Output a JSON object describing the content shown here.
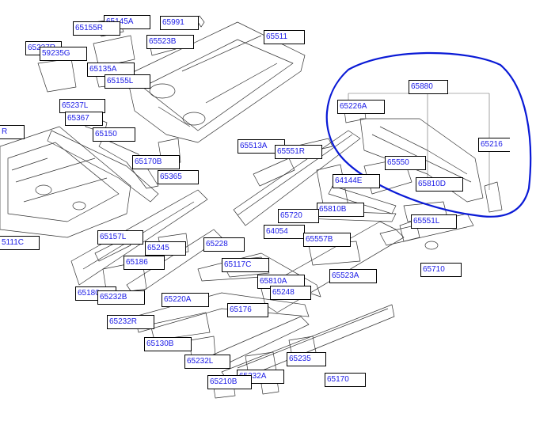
{
  "accent_colors": {
    "label_text": "#1a1ae6",
    "label_border": "#000000",
    "annotation_circle": "#0a1ad6"
  },
  "labels": {
    "p65145A": "65145A",
    "p65991": "65991",
    "p65155R": "65155R",
    "p65523B": "65523B",
    "p65511": "65511",
    "p65237R": "65237R",
    "p59235G": "59235G",
    "p65135A": "65135A",
    "p65155L": "65155L",
    "p65880": "65880",
    "p65237L": "65237L",
    "p65226A": "65226A",
    "p65367": "65367",
    "p65150": "65150",
    "pR": "R",
    "p65513A": "65513A",
    "p65551R": "65551R",
    "p65216": "65216",
    "p65170B": "65170B",
    "p65550": "65550",
    "p65365": "65365",
    "p64144E": "64144E",
    "p65810D": "65810D",
    "p65810B": "65810B",
    "p65720": "65720",
    "p65551L": "65551L",
    "p64054": "64054",
    "p65557B": "65557B",
    "p65157L": "65157L",
    "p65111C": "5111C",
    "p65228": "65228",
    "p65245": "65245",
    "p65186": "65186",
    "p65117C": "65117C",
    "p65710": "65710",
    "p65523A": "65523A",
    "p65810A": "65810A",
    "p65180": "65180",
    "p65232B": "65232B",
    "p65248": "65248",
    "p65220A": "65220A",
    "p65176": "65176",
    "p65232R": "65232R",
    "p65130B": "65130B",
    "p65235": "65235",
    "p65232L": "65232L",
    "p65232A": "65232A",
    "p65170": "65170",
    "p65210B": "65210B"
  }
}
